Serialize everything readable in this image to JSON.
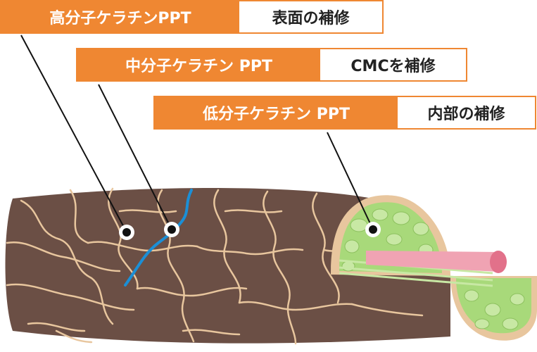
{
  "labels": [
    {
      "name": "高分子ケラチンPPT",
      "role": "表面の補修"
    },
    {
      "name": "中分子ケラチン PPT",
      "role": "CMCを補修"
    },
    {
      "name": "低分子ケラチン PPT",
      "role": "内部の補修"
    }
  ],
  "colors": {
    "orange": "#ef8732",
    "hair_shaft": "#6b4f45",
    "cuticle_line": "#e8c69e",
    "cmc_line": "#1b8fd6",
    "cortex": "#a8d97a",
    "cortex_cell": "#c8e8a4",
    "medulla": "#f0a3b3"
  }
}
